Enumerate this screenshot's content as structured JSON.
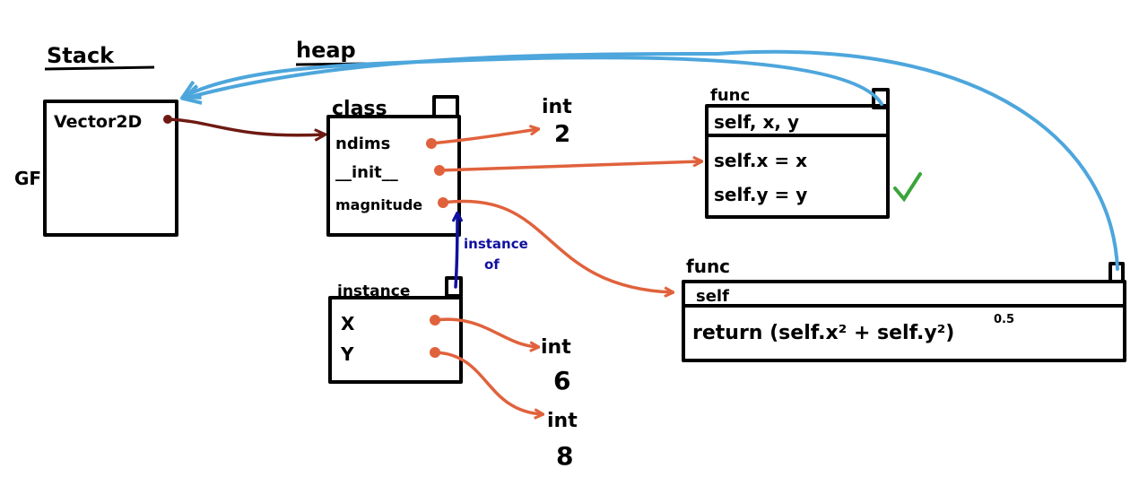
{
  "labels": {
    "stack": "Stack",
    "heap": "heap",
    "frame": "GF"
  },
  "stack_frame": {
    "variable": "Vector2D"
  },
  "class_obj": {
    "header": "class",
    "attrs": [
      "ndims",
      "__init__",
      "magnitude"
    ]
  },
  "instance_obj": {
    "header": "instance",
    "attrs": [
      "X",
      "Y"
    ],
    "relation": [
      "instance",
      "of"
    ]
  },
  "ints": [
    {
      "type": "int",
      "value": "2"
    },
    {
      "type": "int",
      "value": "6"
    },
    {
      "type": "int",
      "value": "8"
    }
  ],
  "func_init": {
    "header": "func",
    "params": "self, x, y",
    "body": [
      "self.x = x",
      "self.y = y"
    ]
  },
  "func_magnitude": {
    "header": "func",
    "params": "self",
    "body": "return (self.x² + self.y²)",
    "exponent": "0.5"
  },
  "colors": {
    "reference": "#e0623c",
    "stack_ref": "#6e1a12",
    "instance_of": "#1010a0",
    "func_parent": "#4da6dc",
    "check": "#3aa53a"
  }
}
